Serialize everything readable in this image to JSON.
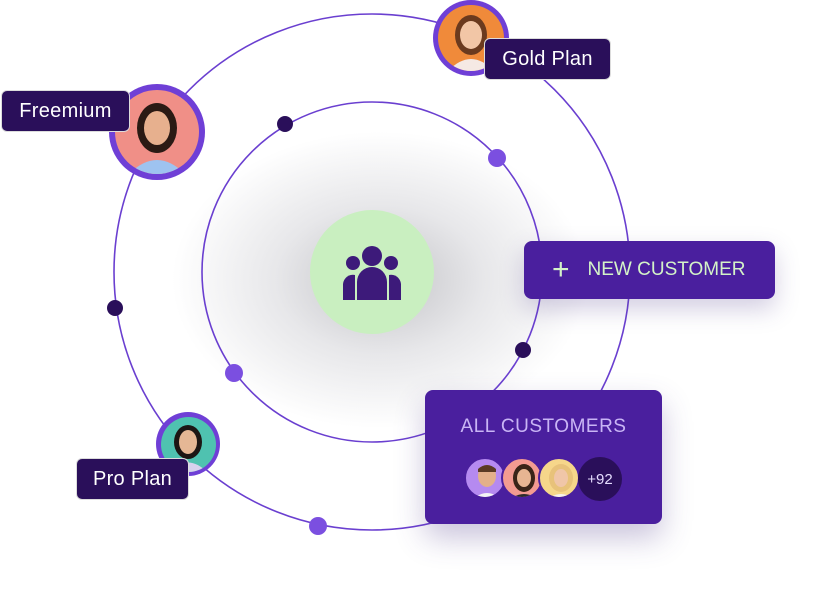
{
  "plans": {
    "freemium": "Freemium",
    "gold": "Gold Plan",
    "pro": "Pro Plan"
  },
  "actions": {
    "new_customer_label": "NEW CUSTOMER",
    "new_customer_icon": "plus-icon"
  },
  "all_customers": {
    "title": "ALL CUSTOMERS",
    "extra_count": "+92"
  },
  "center_icon": "users-group-icon",
  "colors": {
    "orbit": "#6a3fd0",
    "dark_chip": "#2a0f5a",
    "card": "#4a1f9e",
    "center": "#c9efc0",
    "accent_green": "#d4f3c8"
  }
}
